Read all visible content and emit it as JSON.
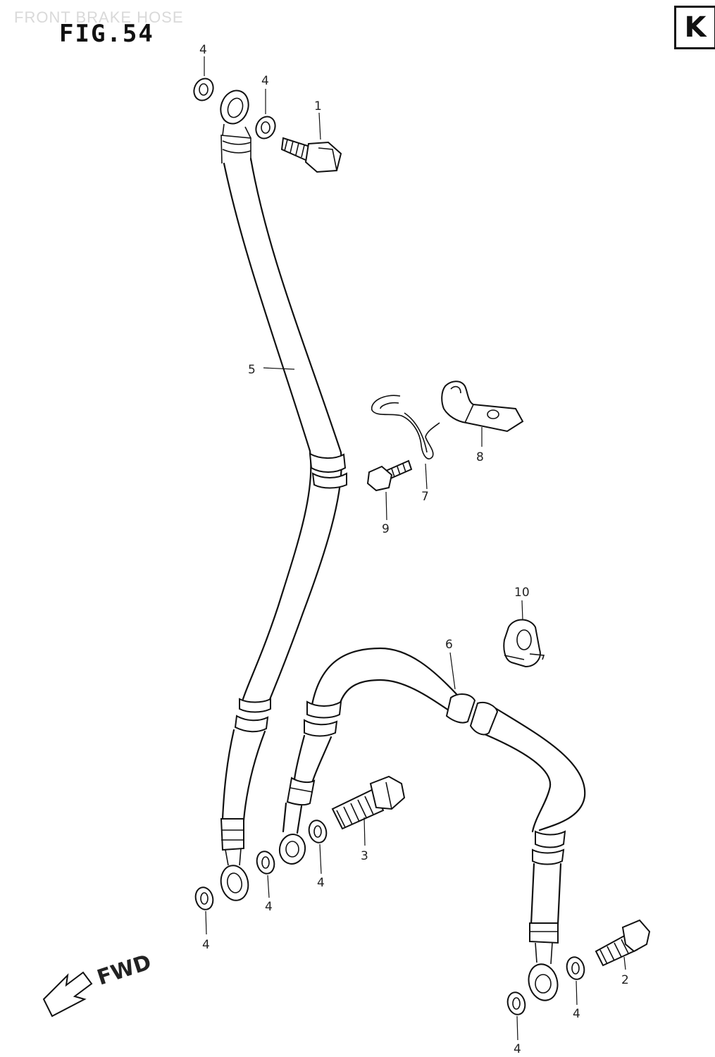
{
  "header": {
    "faint_title": "FRONT BRAKE HOSE",
    "figure_label": "FIG.54",
    "region_code": "K"
  },
  "direction": {
    "label": "FWD"
  },
  "callouts": {
    "washer_top_left": "4",
    "washer_top_right": "4",
    "bolt_top": "1",
    "hose_upper": "5",
    "clip": "7",
    "bracket": "8",
    "bracket_bolt": "9",
    "clamp": "10",
    "hose_lower": "6",
    "union_bolt_mid": "3",
    "washer_mid": "4",
    "washer_left_a": "4",
    "washer_left_b": "4",
    "union_bolt_right": "2",
    "washer_right_a": "4",
    "washer_right_b": "4"
  }
}
